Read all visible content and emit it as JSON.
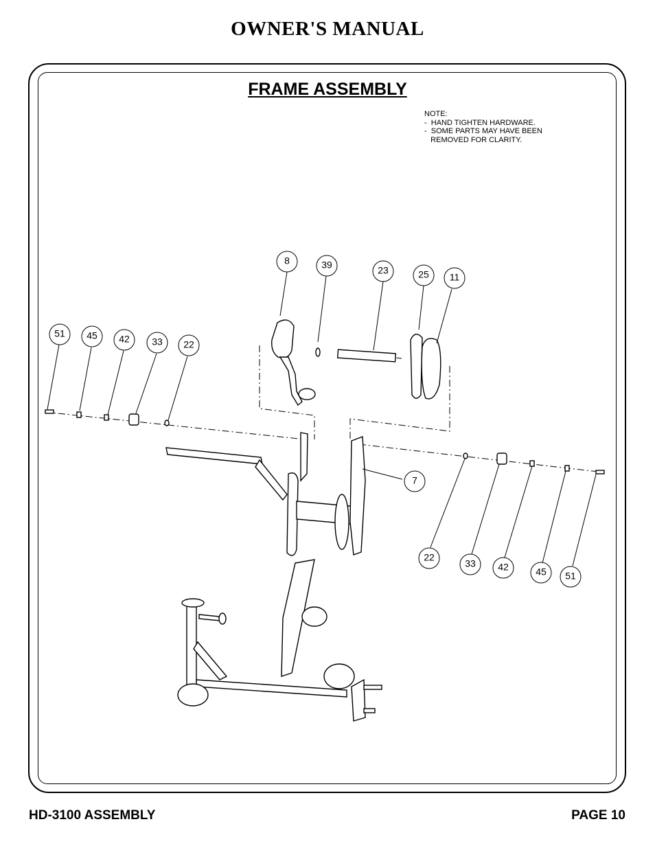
{
  "header": {
    "title": "OWNER'S MANUAL"
  },
  "section": {
    "title": "FRAME ASSEMBLY"
  },
  "note": {
    "label": "NOTE:",
    "lines": [
      "-  HAND TIGHTEN HARDWARE.",
      "-  SOME PARTS MAY HAVE BEEN",
      "   REMOVED FOR CLARITY."
    ]
  },
  "callouts": {
    "top": [
      "8",
      "39",
      "23",
      "25",
      "11"
    ],
    "left": [
      "51",
      "45",
      "42",
      "33",
      "22"
    ],
    "right": [
      "22",
      "33",
      "42",
      "45",
      "51"
    ],
    "side": "7"
  },
  "footer": {
    "left": "HD-3100 ASSEMBLY",
    "right": "PAGE 10"
  }
}
